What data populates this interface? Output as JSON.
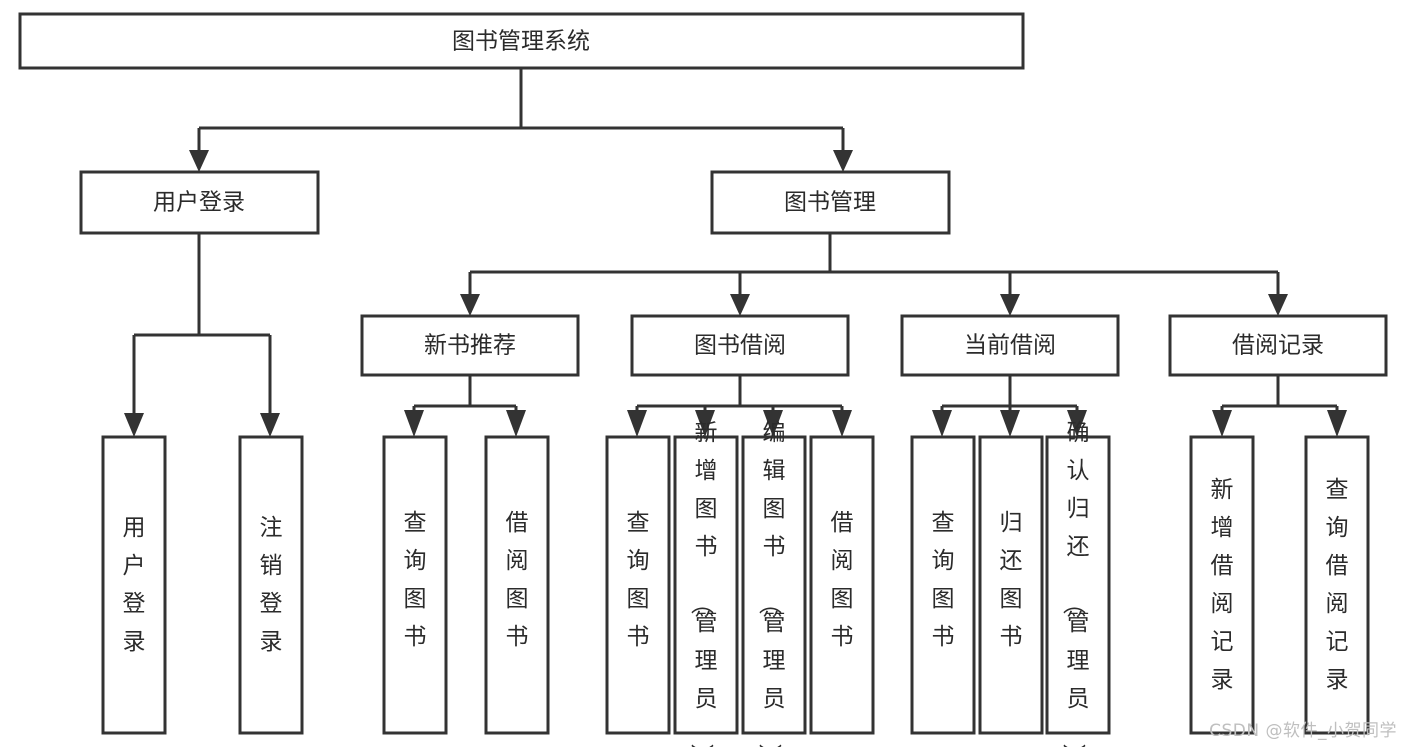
{
  "diagram": {
    "type": "tree-hierarchy-diagram",
    "title": "图书管理系统",
    "colors": {
      "stroke": "#333333",
      "fill": "#ffffff",
      "text": "#2b2b2b",
      "watermark": "#bfbfbf"
    },
    "nodes": {
      "root": {
        "label": "图书管理系统"
      },
      "level2": [
        {
          "id": "user-login",
          "label": "用户登录"
        },
        {
          "id": "book-management",
          "label": "图书管理"
        }
      ],
      "level3": [
        {
          "id": "new-book-recommend",
          "label": "新书推荐"
        },
        {
          "id": "book-borrow",
          "label": "图书借阅"
        },
        {
          "id": "current-borrow",
          "label": "当前借阅"
        },
        {
          "id": "borrow-record",
          "label": "借阅记录"
        }
      ],
      "leaves": {
        "user-login": [
          {
            "id": "leaf-user-login",
            "label": "用户登录"
          },
          {
            "id": "leaf-logout-login",
            "label": "注销登录"
          }
        ],
        "new-book-recommend": [
          {
            "id": "leaf-query-book-1",
            "label": "查询图书"
          },
          {
            "id": "leaf-borrow-book-1",
            "label": "借阅图书"
          }
        ],
        "book-borrow": [
          {
            "id": "leaf-query-book-2",
            "label": "查询图书"
          },
          {
            "id": "leaf-add-book-admin",
            "label": "新增图书（管理员）"
          },
          {
            "id": "leaf-edit-book-admin",
            "label": "编辑图书（管理员）"
          },
          {
            "id": "leaf-borrow-book-2",
            "label": "借阅图书"
          }
        ],
        "current-borrow": [
          {
            "id": "leaf-query-book-3",
            "label": "查询图书"
          },
          {
            "id": "leaf-return-book",
            "label": "归还图书"
          },
          {
            "id": "leaf-confirm-return-admin",
            "label": "确认归还（管理员）"
          }
        ],
        "borrow-record": [
          {
            "id": "leaf-add-borrow-record",
            "label": "新增借阅记录"
          },
          {
            "id": "leaf-query-borrow-record",
            "label": "查询借阅记录"
          }
        ]
      }
    },
    "watermark": "CSDN @软件_小贺同学"
  }
}
